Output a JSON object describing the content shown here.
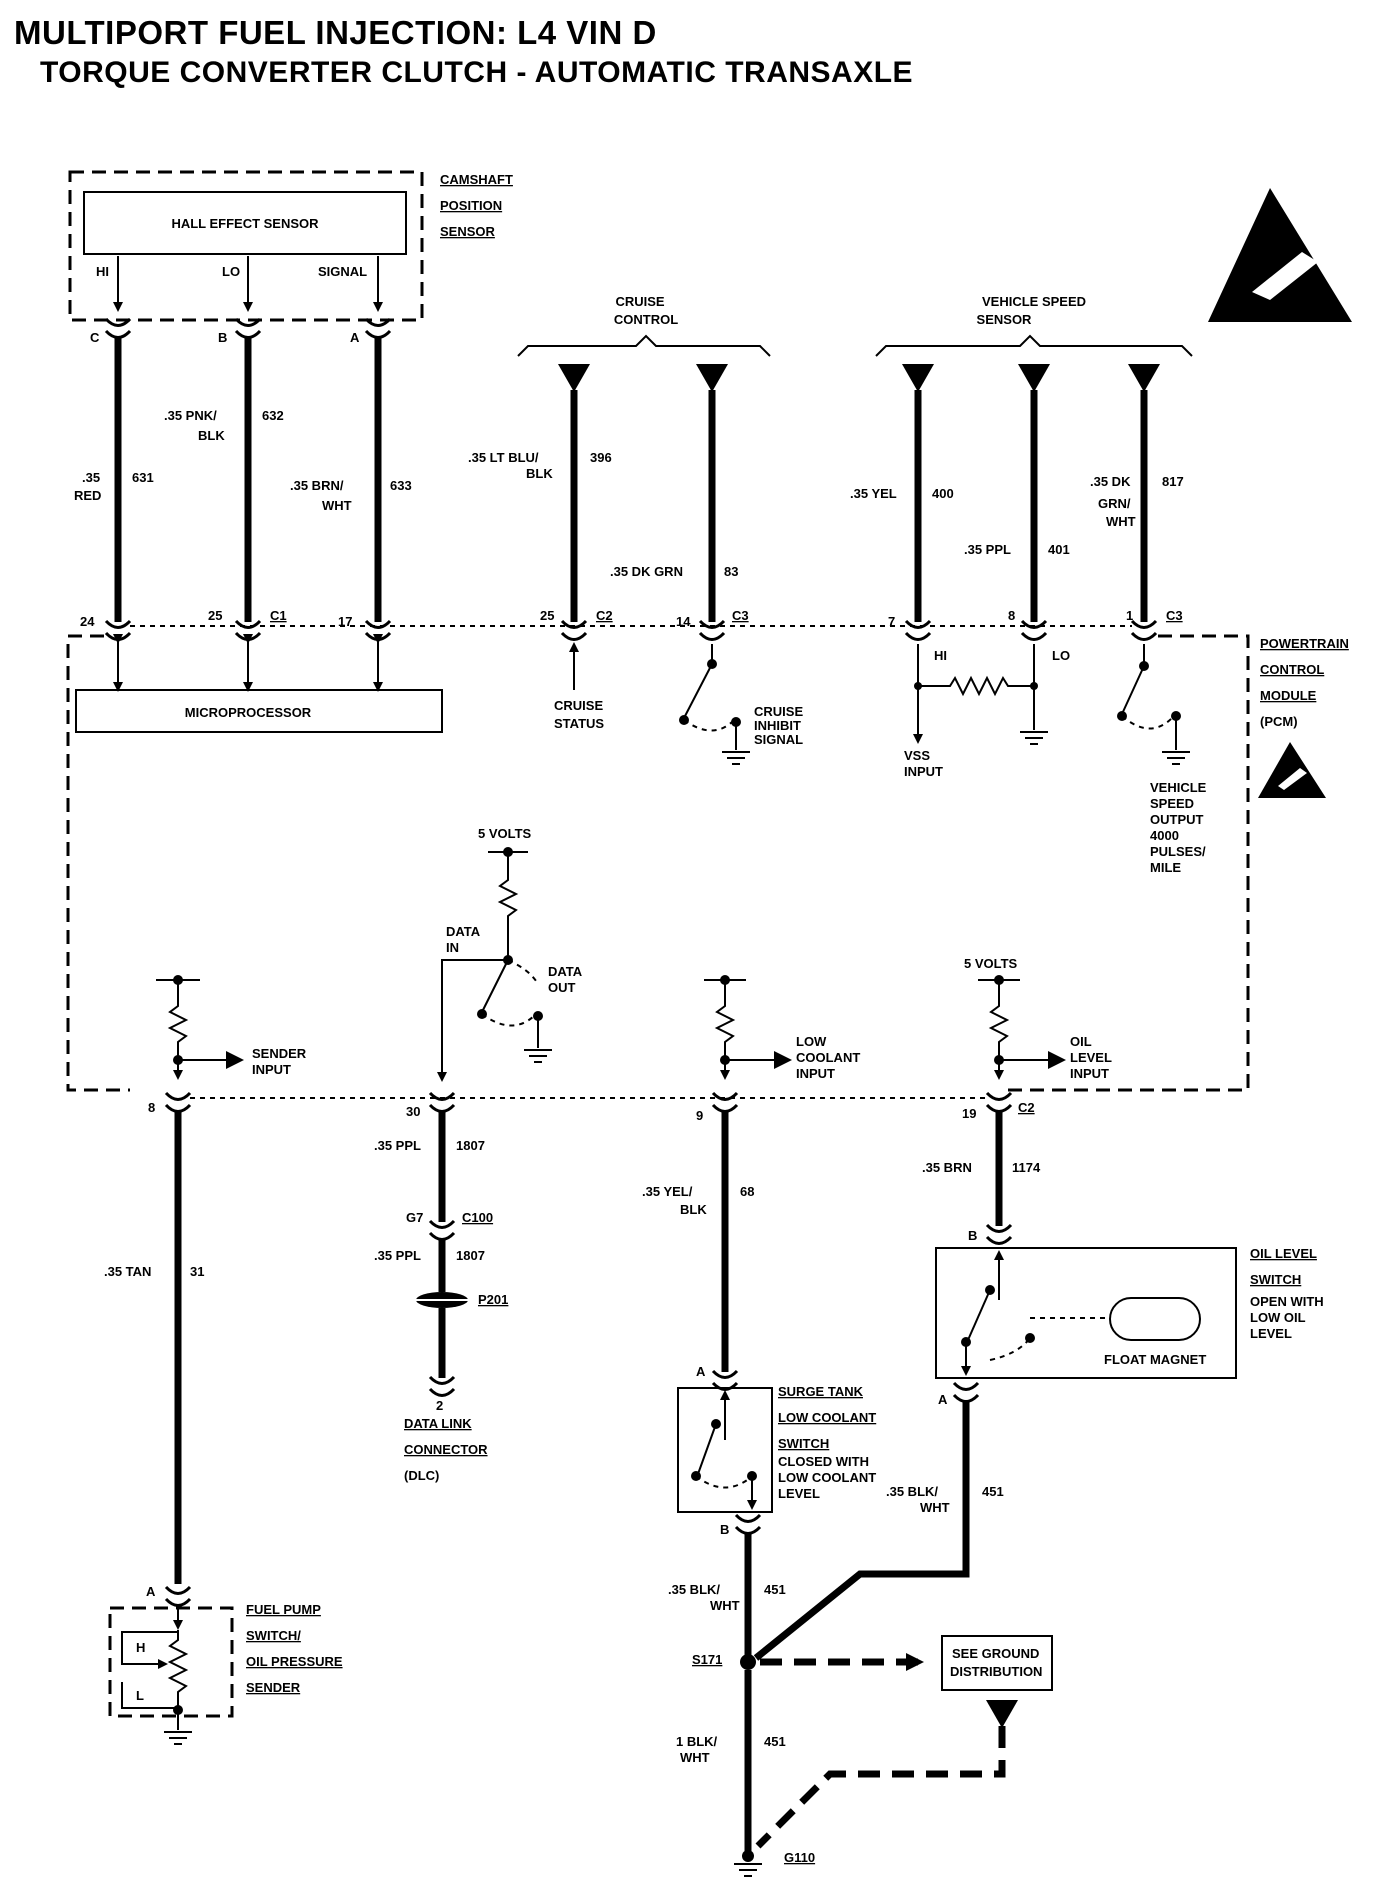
{
  "title": {
    "line1": "MULTIPORT FUEL INJECTION: L4 VIN D",
    "line2": "TORQUE CONVERTER CLUTCH - AUTOMATIC TRANSAXLE"
  },
  "camshaft_sensor": {
    "name_lines": [
      "CAMSHAFT",
      "POSITION",
      "SENSOR"
    ],
    "box_label": "HALL EFFECT SENSOR",
    "pins": [
      "HI",
      "LO",
      "SIGNAL"
    ],
    "terminals": [
      "C",
      "B",
      "A"
    ]
  },
  "cruise_control": {
    "label_lines": [
      "CRUISE",
      "CONTROL"
    ]
  },
  "vehicle_speed_sensor": {
    "label_lines": [
      "VEHICLE SPEED",
      "SENSOR"
    ]
  },
  "wires": {
    "w631": {
      "gauge": ".35",
      "color": "RED",
      "circuit": "631"
    },
    "w632": {
      "gauge": ".35 PNK/",
      "color": "BLK",
      "circuit": "632"
    },
    "w633": {
      "gauge": ".35 BRN/",
      "color": "WHT",
      "circuit": "633"
    },
    "w396": {
      "gauge": ".35 LT BLU/",
      "color": "BLK",
      "circuit": "396"
    },
    "w83": {
      "label": ".35 DK GRN",
      "circuit": "83"
    },
    "w400": {
      "label": ".35 YEL",
      "circuit": "400"
    },
    "w401": {
      "label": ".35 PPL",
      "circuit": "401"
    },
    "w817": {
      "gauge": ".35 DK",
      "color_lines": [
        "GRN/",
        "WHT"
      ],
      "circuit": "817"
    },
    "w31": {
      "label": ".35 TAN",
      "circuit": "31"
    },
    "w1807a": {
      "label": ".35 PPL",
      "circuit": "1807"
    },
    "w1807b": {
      "label": ".35 PPL",
      "circuit": "1807"
    },
    "w68": {
      "gauge": ".35 YEL/",
      "color": "BLK",
      "circuit": "68"
    },
    "w1174": {
      "label": ".35 BRN",
      "circuit": "1174"
    },
    "w451a": {
      "gauge": ".35 BLK/",
      "color": "WHT",
      "circuit": "451"
    },
    "w451b": {
      "gauge": ".35 BLK/",
      "color": "WHT",
      "circuit": "451"
    },
    "w451c": {
      "gauge": "1 BLK/",
      "color": "WHT",
      "circuit": "451"
    }
  },
  "pcm_pins_top": {
    "p24": "24",
    "p25a": "25",
    "c1": "C1",
    "p17": "17",
    "p25b": "25",
    "c2": "C2",
    "p14": "14",
    "c3a": "C3",
    "p7": "7",
    "p8": "8",
    "p1": "1",
    "c3b": "C3"
  },
  "pcm": {
    "name_lines": [
      "POWERTRAIN",
      "CONTROL",
      "MODULE",
      "(PCM)"
    ],
    "microprocessor": "MICROPROCESSOR",
    "cruise_status": [
      "CRUISE",
      "STATUS"
    ],
    "cruise_inhibit": [
      "CRUISE",
      "INHIBIT",
      "SIGNAL"
    ],
    "hi": "HI",
    "lo": "LO",
    "vss_input": [
      "VSS",
      "INPUT"
    ],
    "vso": [
      "VEHICLE",
      "SPEED",
      "OUTPUT",
      "4000",
      "PULSES/",
      "MILE"
    ],
    "five_volts_a": "5 VOLTS",
    "five_volts_b": "5 VOLTS",
    "data_in": [
      "DATA",
      "IN"
    ],
    "data_out": [
      "DATA",
      "OUT"
    ],
    "sender_input": [
      "SENDER",
      "INPUT"
    ],
    "low_coolant_input": [
      "LOW",
      "COOLANT",
      "INPUT"
    ],
    "oil_level_input": [
      "OIL",
      "LEVEL",
      "INPUT"
    ]
  },
  "pcm_pins_bottom": {
    "p8": "8",
    "p30": "30",
    "p9": "9",
    "p19": "19",
    "c2": "C2"
  },
  "c100": {
    "pin": "G7",
    "name": "C100"
  },
  "p201": "P201",
  "dlc": {
    "pin": "2",
    "lines": [
      "DATA LINK",
      "CONNECTOR",
      "(DLC)"
    ]
  },
  "oil_level_switch": {
    "terminal_top": "B",
    "terminal_bottom": "A",
    "name_lines": [
      "OIL LEVEL",
      "SWITCH"
    ],
    "desc_lines": [
      "OPEN WITH",
      "LOW OIL",
      "LEVEL"
    ],
    "float": "FLOAT MAGNET"
  },
  "surge_tank_switch": {
    "terminal_top": "A",
    "terminal_bottom": "B",
    "name_lines": [
      "SURGE TANK",
      "LOW COOLANT",
      "SWITCH"
    ],
    "desc_lines": [
      "CLOSED WITH",
      "LOW COOLANT",
      "LEVEL"
    ]
  },
  "fuel_pump_switch": {
    "terminal": "A",
    "name_lines": [
      "FUEL PUMP",
      "SWITCH/",
      "OIL PRESSURE",
      "SENDER"
    ],
    "h": "H",
    "l": "L"
  },
  "splice": "S171",
  "ground_box": [
    "SEE GROUND",
    "DISTRIBUTION"
  ],
  "ground": "G110"
}
